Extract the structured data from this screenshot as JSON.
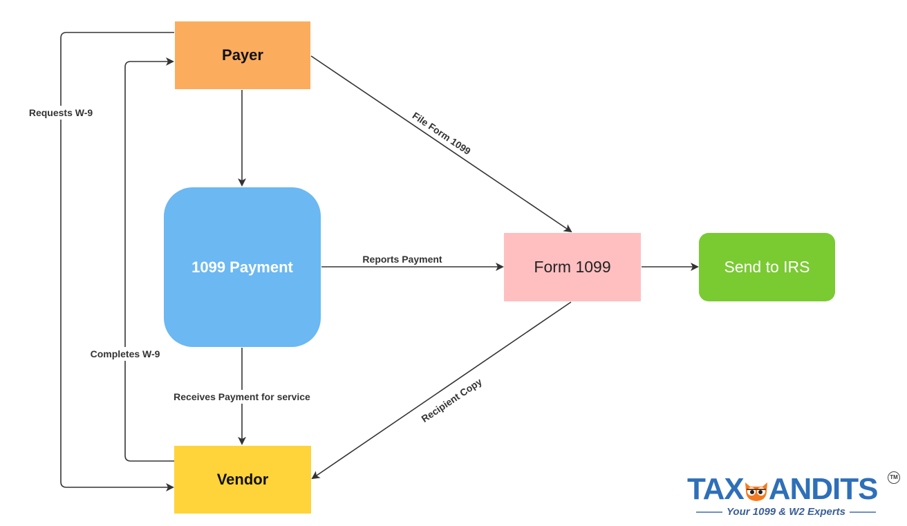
{
  "nodes": {
    "payer": {
      "label": "Payer",
      "color": "#FCAC5D"
    },
    "payment": {
      "label": "1099 Payment",
      "color": "#6BB8F2"
    },
    "form": {
      "label": "Form 1099",
      "color": "#FFBFC1"
    },
    "irs": {
      "label": "Send to IRS",
      "color": "#7ACA32"
    },
    "vendor": {
      "label": "Vendor",
      "color": "#FFD43B"
    }
  },
  "edges": {
    "requests_w9": "Requests W-9",
    "completes_w9": "Completes W-9",
    "file_form": "File Form 1099",
    "reports_payment": "Reports Payment",
    "receives_payment": "Receives Payment for service",
    "recipient_copy": "Recipient Copy"
  },
  "logo": {
    "name": "TAXBANDITS",
    "text_left": "TAX",
    "text_right": "ANDITS",
    "trademark": "TM",
    "tagline": "Your 1099 & W2 Experts",
    "colors": {
      "brand": "#2E6FB8",
      "owl": "#F47A20",
      "tagline": "#3A5F96"
    }
  }
}
